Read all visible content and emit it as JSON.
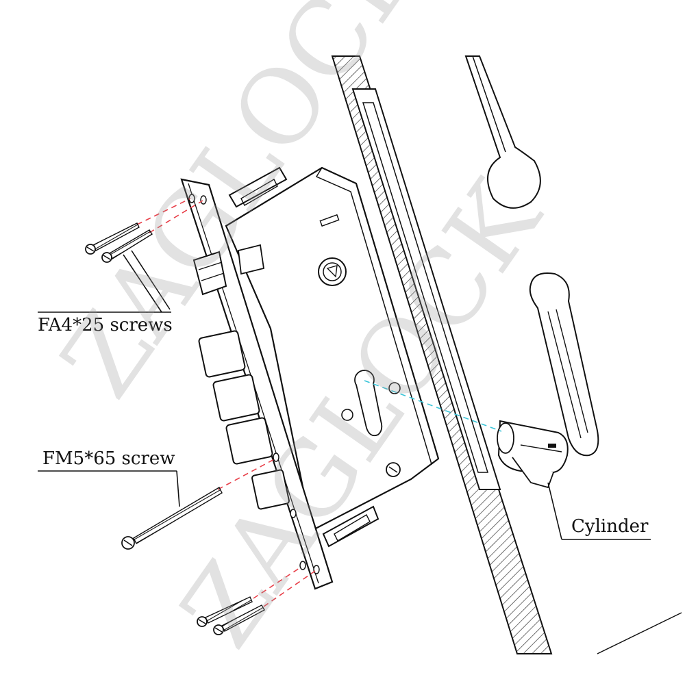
{
  "labels": {
    "fa4_screws": "FA4*25 screws",
    "fm5_screw": "FM5*65 screw",
    "cylinder": "Cylinder"
  },
  "watermark": {
    "text_1": "ZAGLOCK",
    "text_2": "ZAGLOCK"
  },
  "colors": {
    "line": "#111111",
    "screw_guide": "#e8404a",
    "cylinder_guide": "#38c4d8",
    "watermark": "#9a9a9a"
  }
}
